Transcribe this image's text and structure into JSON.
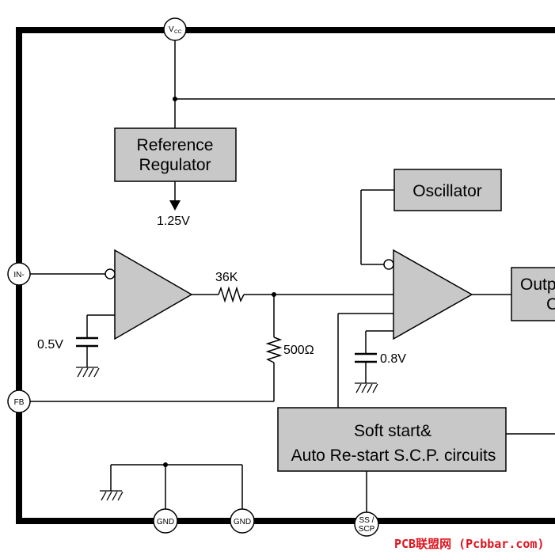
{
  "pins": {
    "vcc_main": "V",
    "vcc_sub": "CC",
    "in_minus": "IN-",
    "fb": "FB",
    "gnd_1": "GND",
    "gnd_2": "GND",
    "ss_line1": "SS /",
    "ss_line2": "SCP"
  },
  "blocks": {
    "reference_line1": "Reference",
    "reference_line2": "Regulator",
    "oscillator": "Oscillator",
    "output_line1": "Output",
    "output_line2": "Circuit",
    "softstart_line1": "Soft start&",
    "softstart_line2": "Auto Re-start S.C.P. circuits"
  },
  "labels": {
    "ref_voltage": "1.25V",
    "resistor_top": "36K",
    "resistor_bottom": "500Ω",
    "cap_voltage_left": "0.5V",
    "cap_voltage_right": "0.8V"
  },
  "watermark": "PCB联盟网 (Pcbbar.com)",
  "colors": {
    "block_fill": "#c8c8c8",
    "line": "#000000",
    "watermark": "#e0141e"
  }
}
